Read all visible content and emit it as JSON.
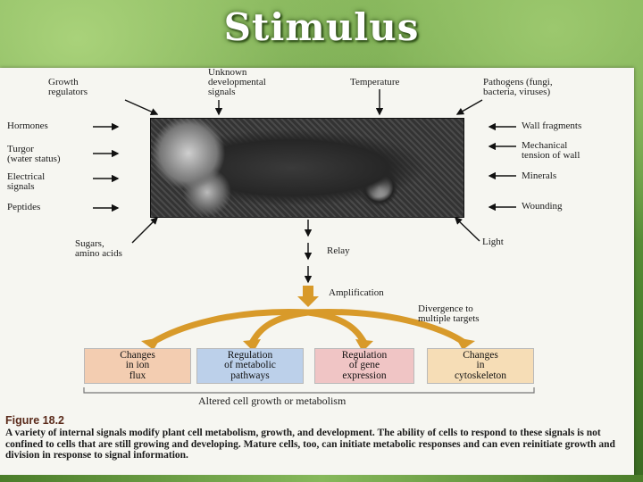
{
  "slide": {
    "title": "Stimulus"
  },
  "figure": {
    "inputs_left": [
      "Growth\nregulators",
      "Hormones",
      "Turgor\n(water status)",
      "Electrical\nsignals",
      "Peptides",
      "Sugars,\namino acids"
    ],
    "inputs_top": [
      "Unknown\ndevelopmental\nsignals",
      "Temperature",
      "Pathogens (fungi,\nbacteria, viruses)"
    ],
    "inputs_right": [
      "Wall fragments",
      "Mechanical\ntension of wall",
      "Minerals",
      "Wounding",
      "Light"
    ],
    "steps": {
      "relay": "Relay",
      "amplification": "Amplification",
      "divergence": "Divergence to\nmultiple targets"
    },
    "targets": [
      {
        "label": "Changes\nin ion\nflux",
        "color": "#f3cdb1"
      },
      {
        "label": "Regulation\nof metabolic\npathways",
        "color": "#bcd0ea"
      },
      {
        "label": "Regulation\nof gene\nexpression",
        "color": "#f0c5c5"
      },
      {
        "label": "Changes\nin\ncytoskeleton",
        "color": "#f6ddb6"
      }
    ],
    "outcome": "Altered cell growth or metabolism",
    "caption_head": "Figure 18.2",
    "caption": "A variety of internal signals modify plant cell metabolism, growth, and development. The ability of cells to respond to these signals is not confined to cells that are still growing and developing. Mature cells, too, can initiate metabolic responses and can even reinitiate growth and division in response to signal information.",
    "arrow_color": "#d89a2a"
  }
}
